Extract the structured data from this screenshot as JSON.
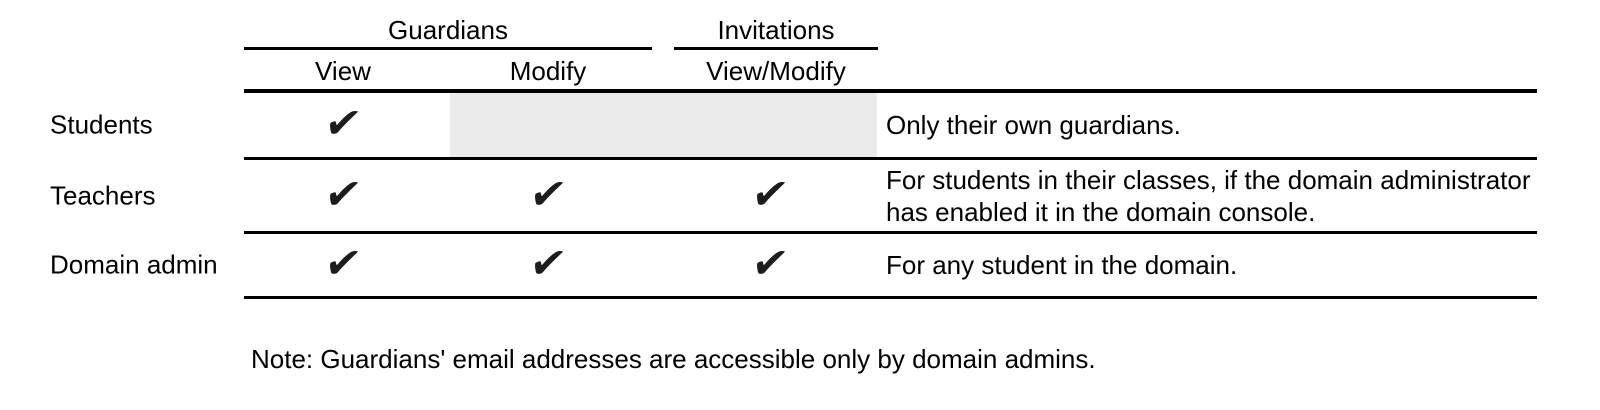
{
  "table": {
    "groups": [
      {
        "label": "Guardians"
      },
      {
        "label": "Invitations"
      }
    ],
    "columns": [
      {
        "label": "View"
      },
      {
        "label": "Modify"
      },
      {
        "label": "View/Modify"
      }
    ],
    "rows": [
      {
        "label": "Students",
        "view": "✔",
        "modify": "",
        "invitations": "",
        "description": "Only their own guardians."
      },
      {
        "label": "Teachers",
        "view": "✔",
        "modify": "✔",
        "invitations": "✔",
        "description": "For students in their classes, if the domain administrator\nhas enabled it in the domain console."
      },
      {
        "label": "Domain admin",
        "view": "✔",
        "modify": "✔",
        "invitations": "✔",
        "description": "For any student in the domain."
      }
    ]
  },
  "note": "Note: Guardians' email addresses are accessible only by domain admins.",
  "icons": {
    "check": "✔"
  },
  "colors": {
    "text": "#000000",
    "line": "#000000",
    "disabled_cell": "#ebebeb",
    "check": "#1d1d1d",
    "background": "#ffffff"
  }
}
